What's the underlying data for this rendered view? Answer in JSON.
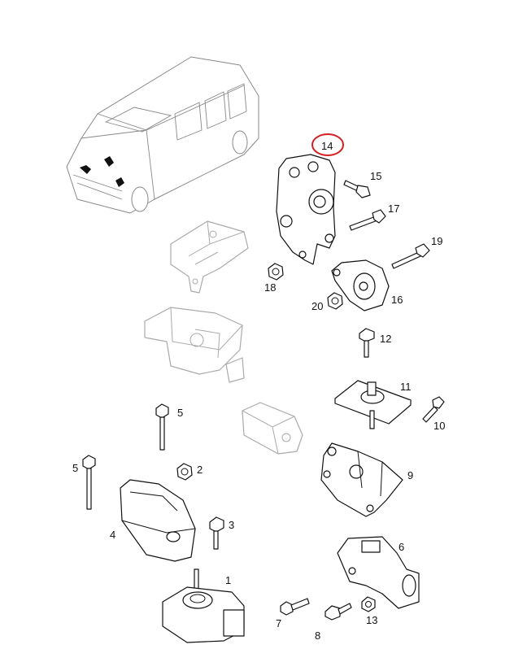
{
  "diagram": {
    "title": "Engine / gearbox mounting parts",
    "highlighted_callout": "14",
    "highlight_color": "#d42020",
    "callouts": {
      "c14": "14",
      "c15": "15",
      "c17": "17",
      "c19": "19",
      "c18": "18",
      "c16": "16",
      "c20": "20",
      "c12": "12",
      "c11": "11",
      "c10": "10",
      "c5a": "5",
      "c5b": "5",
      "c2": "2",
      "c4": "4",
      "c3": "3",
      "c9": "9",
      "c1": "1",
      "c6": "6",
      "c7": "7",
      "c8": "8",
      "c13": "13"
    }
  }
}
